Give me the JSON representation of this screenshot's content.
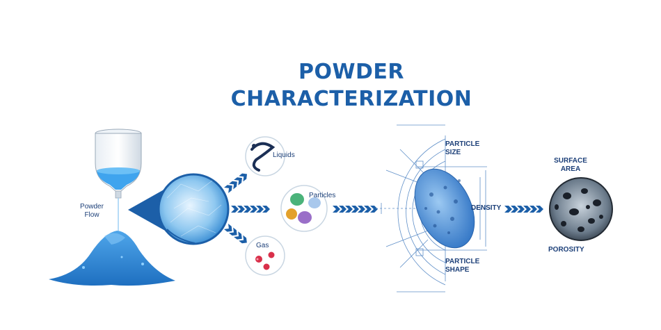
{
  "title": {
    "line1": "POWDER",
    "line2": "CHARACTERIZATION"
  },
  "powder_flow": {
    "line1": "Powder",
    "line2": "Flow"
  },
  "phases": {
    "liquids": "Liquids",
    "particles": "Particles",
    "gas": "Gas"
  },
  "properties": {
    "particle_size_1": "PARTICLE",
    "particle_size_2": "SIZE",
    "density": "DENSITY",
    "particle_shape_1": "PARTICLE",
    "particle_shape_2": "SHAPE",
    "surface_area_1": "SURFACE",
    "surface_area_2": "AREA",
    "porosity": "POROSITY"
  },
  "colors": {
    "brand": "#1c5fa8",
    "dark": "#1c3f78",
    "powder": "#2f8fd8",
    "gas": "#d9304a"
  }
}
